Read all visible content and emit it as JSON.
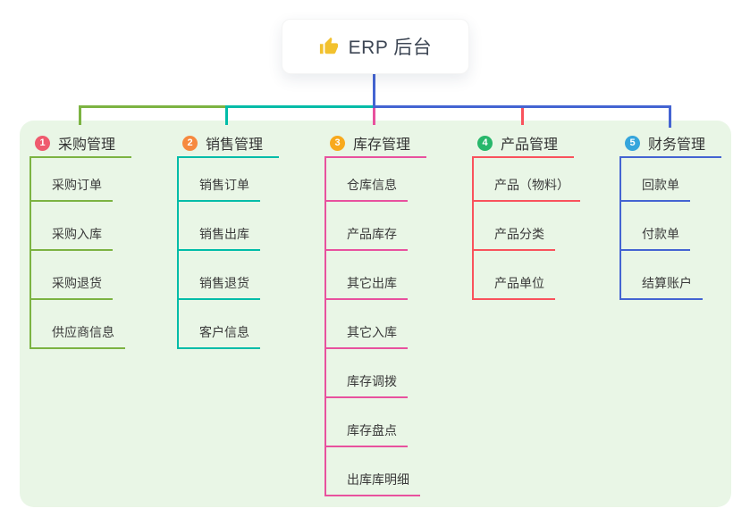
{
  "root": {
    "title": "ERP 后台",
    "icon": "thumbs-up-icon",
    "icon_color": "#F2C12E"
  },
  "panel_bg": "#E9F6E6",
  "branches": [
    {
      "index": "1",
      "title": "采购管理",
      "badge_color": "#EF5A6E",
      "line_color": "#7CB342",
      "items": [
        "采购订单",
        "采购入库",
        "采购退货",
        "供应商信息"
      ]
    },
    {
      "index": "2",
      "title": "销售管理",
      "badge_color": "#F6893F",
      "line_color": "#00BCA8",
      "items": [
        "销售订单",
        "销售出库",
        "销售退货",
        "客户信息"
      ]
    },
    {
      "index": "3",
      "title": "库存管理",
      "badge_color": "#F8A91D",
      "line_color": "#E8519E",
      "items": [
        "仓库信息",
        "产品库存",
        "其它出库",
        "其它入库",
        "库存调拨",
        "库存盘点",
        "出库库明细"
      ]
    },
    {
      "index": "4",
      "title": "产品管理",
      "badge_color": "#28B76B",
      "line_color": "#F9525C",
      "items": [
        "产品（物料）",
        "产品分类",
        "产品单位"
      ]
    },
    {
      "index": "5",
      "title": "财务管理",
      "badge_color": "#35A5DC",
      "line_color": "#4464D2",
      "items": [
        "回款单",
        "付款单",
        "结算账户"
      ]
    }
  ]
}
